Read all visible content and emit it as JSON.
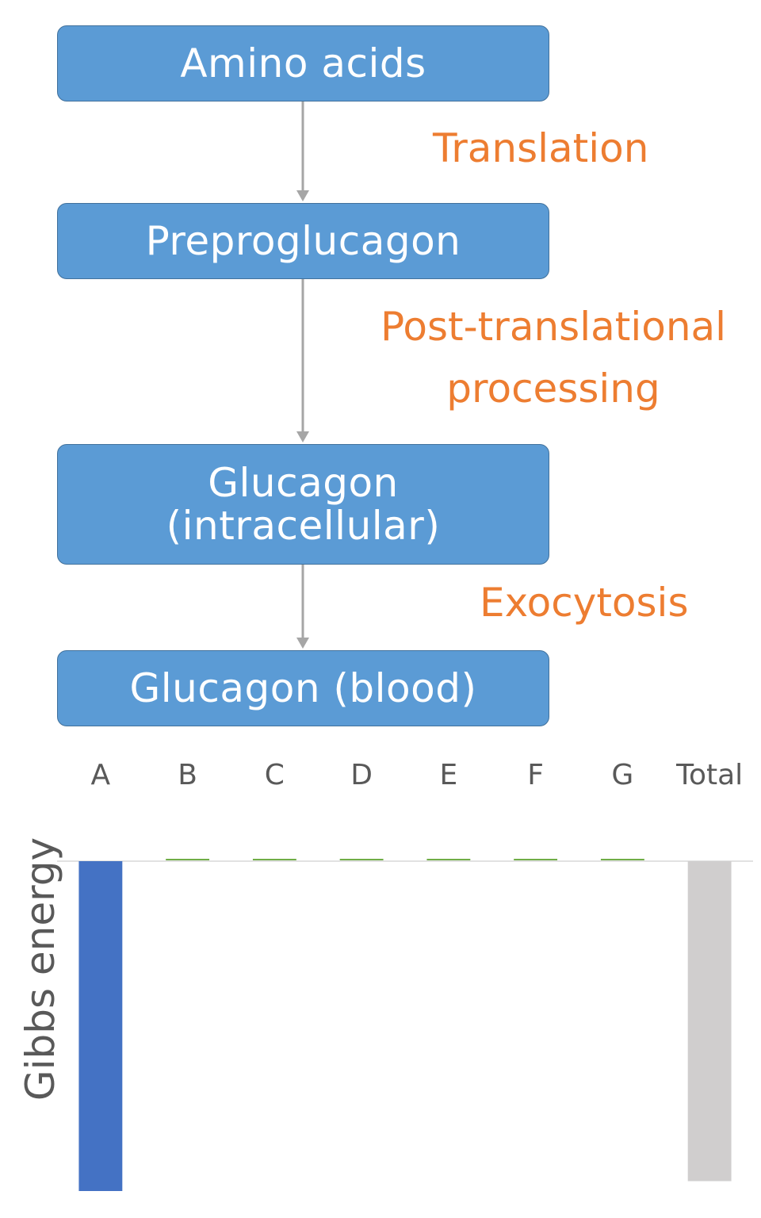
{
  "diagram": {
    "nodes": [
      {
        "id": "amino-acids",
        "lines": [
          "Amino acids"
        ]
      },
      {
        "id": "preproglucagon",
        "lines": [
          "Preproglucagon"
        ]
      },
      {
        "id": "glucagon-intracellular",
        "lines": [
          "Glucagon",
          "(intracellular)"
        ]
      },
      {
        "id": "glucagon-blood",
        "lines": [
          "Glucagon (blood)"
        ]
      }
    ],
    "steps": [
      {
        "lines": [
          "Translation"
        ]
      },
      {
        "lines": [
          "Post-translational",
          "processing"
        ]
      },
      {
        "lines": [
          "Exocytosis"
        ]
      }
    ],
    "colors": {
      "node_fill": "#5b9bd5",
      "node_border": "#41719c",
      "step_text": "#ed7d31",
      "arrow": "#a6a6a6"
    }
  },
  "chart_data": {
    "type": "bar",
    "categories": [
      "A",
      "B",
      "C",
      "D",
      "E",
      "F",
      "G",
      "Total"
    ],
    "values": [
      -1.0,
      0,
      0,
      0,
      0,
      0,
      0,
      -0.97
    ],
    "ylabel": "Gibbs energy",
    "ylim": [
      -1.0,
      0
    ],
    "grid": false,
    "colors": {
      "A": "#4472c4",
      "change": "#70ad47",
      "Total": "#d0cece",
      "baseline": "#d9d9d9"
    }
  }
}
